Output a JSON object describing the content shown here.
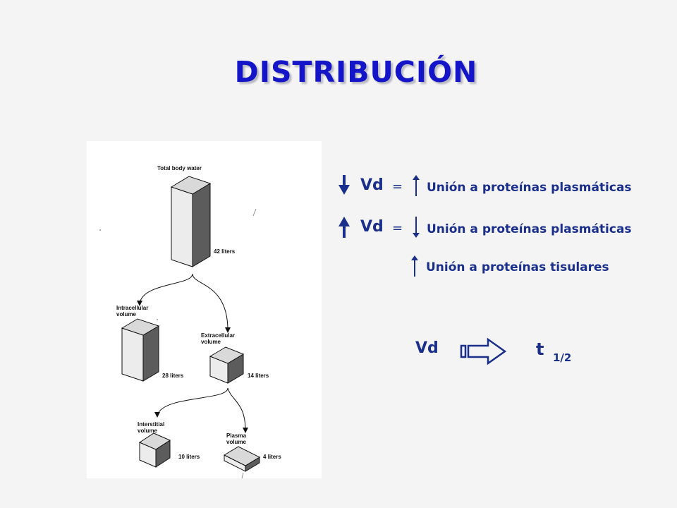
{
  "title": "DISTRIBUCIÓN",
  "figure": {
    "labels": {
      "total": "Total body water",
      "total_liters": "42 liters",
      "intracellular": "Intracellular\nvolume",
      "intracellular_liters": "28 liters",
      "extracellular": "Extracellular\nvolume",
      "extracellular_liters": "14 liters",
      "interstitial": "Interstitial\nvolume",
      "interstitial_liters": "10 liters",
      "plasma": "Plasma\nvolume",
      "plasma_liters": "4 liters"
    }
  },
  "relations": {
    "row1": {
      "vd": "Vd",
      "eq": "=",
      "text": "Unión a proteínas plasmáticas",
      "vd_arrow": "down",
      "text_arrow": "up"
    },
    "row2": {
      "vd": "Vd",
      "eq": "=",
      "text": "Unión a proteínas plasmáticas",
      "vd_arrow": "up",
      "text_arrow": "down"
    },
    "row3": {
      "text": "Unión a proteínas tisulares",
      "text_arrow": "up"
    }
  },
  "halflife": {
    "vd": "Vd",
    "t": "t",
    "sub": "1/2"
  },
  "colors": {
    "title": "#1414c8",
    "text": "#1a2f8c",
    "background": "#f4f4f4"
  }
}
